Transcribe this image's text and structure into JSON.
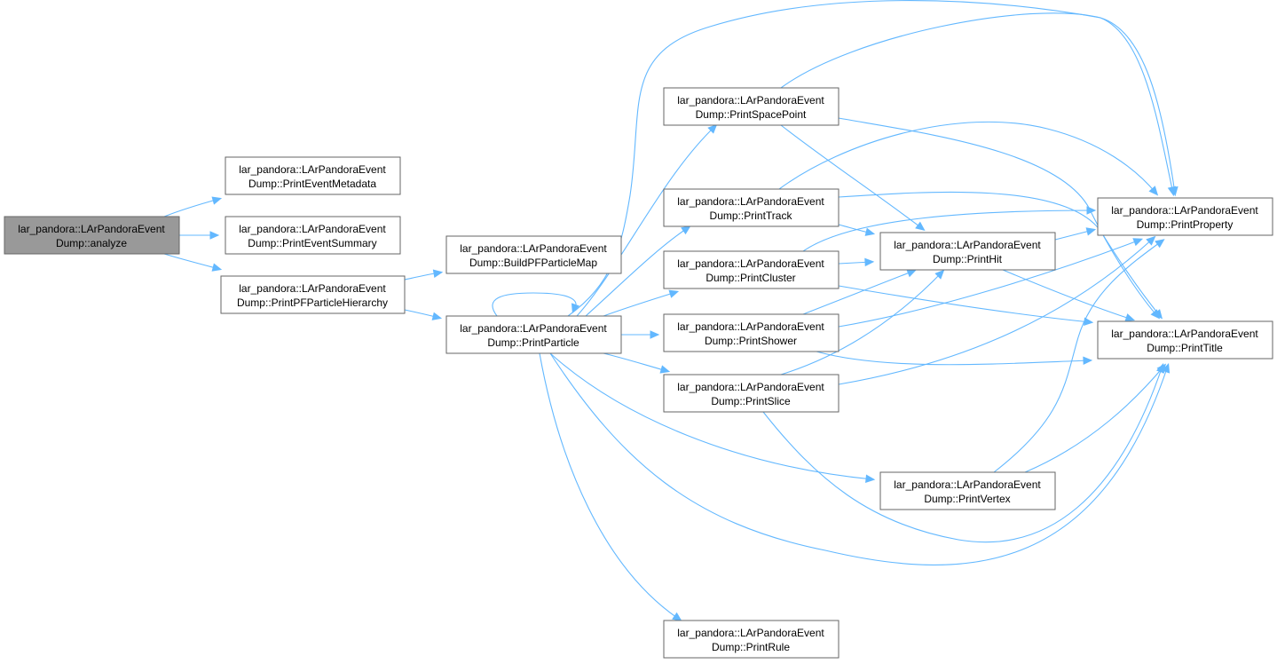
{
  "diagram": {
    "nodes": [
      {
        "id": "analyze",
        "line1": "lar_pandora::LArPandoraEvent",
        "line2": "Dump::analyze",
        "root": true
      },
      {
        "id": "PrintEventMetadata",
        "line1": "lar_pandora::LArPandoraEvent",
        "line2": "Dump::PrintEventMetadata"
      },
      {
        "id": "PrintEventSummary",
        "line1": "lar_pandora::LArPandoraEvent",
        "line2": "Dump::PrintEventSummary"
      },
      {
        "id": "PrintPFParticleHierarchy",
        "line1": "lar_pandora::LArPandoraEvent",
        "line2": "Dump::PrintPFParticleHierarchy"
      },
      {
        "id": "BuildPFParticleMap",
        "line1": "lar_pandora::LArPandoraEvent",
        "line2": "Dump::BuildPFParticleMap"
      },
      {
        "id": "PrintParticle",
        "line1": "lar_pandora::LArPandoraEvent",
        "line2": "Dump::PrintParticle"
      },
      {
        "id": "PrintSpacePoint",
        "line1": "lar_pandora::LArPandoraEvent",
        "line2": "Dump::PrintSpacePoint"
      },
      {
        "id": "PrintTrack",
        "line1": "lar_pandora::LArPandoraEvent",
        "line2": "Dump::PrintTrack"
      },
      {
        "id": "PrintCluster",
        "line1": "lar_pandora::LArPandoraEvent",
        "line2": "Dump::PrintCluster"
      },
      {
        "id": "PrintShower",
        "line1": "lar_pandora::LArPandoraEvent",
        "line2": "Dump::PrintShower"
      },
      {
        "id": "PrintSlice",
        "line1": "lar_pandora::LArPandoraEvent",
        "line2": "Dump::PrintSlice"
      },
      {
        "id": "PrintRule",
        "line1": "lar_pandora::LArPandoraEvent",
        "line2": "Dump::PrintRule"
      },
      {
        "id": "PrintHit",
        "line1": "lar_pandora::LArPandoraEvent",
        "line2": "Dump::PrintHit"
      },
      {
        "id": "PrintVertex",
        "line1": "lar_pandora::LArPandoraEvent",
        "line2": "Dump::PrintVertex"
      },
      {
        "id": "PrintProperty",
        "line1": "lar_pandora::LArPandoraEvent",
        "line2": "Dump::PrintProperty"
      },
      {
        "id": "PrintTitle",
        "line1": "lar_pandora::LArPandoraEvent",
        "line2": "Dump::PrintTitle"
      }
    ],
    "edges": [
      {
        "from": "analyze",
        "to": "PrintEventMetadata"
      },
      {
        "from": "analyze",
        "to": "PrintEventSummary"
      },
      {
        "from": "analyze",
        "to": "PrintPFParticleHierarchy"
      },
      {
        "from": "PrintPFParticleHierarchy",
        "to": "BuildPFParticleMap"
      },
      {
        "from": "PrintPFParticleHierarchy",
        "to": "PrintParticle"
      },
      {
        "from": "PrintParticle",
        "to": "PrintParticle"
      },
      {
        "from": "PrintParticle",
        "to": "PrintSpacePoint"
      },
      {
        "from": "PrintParticle",
        "to": "PrintTrack"
      },
      {
        "from": "PrintParticle",
        "to": "PrintCluster"
      },
      {
        "from": "PrintParticle",
        "to": "PrintShower"
      },
      {
        "from": "PrintParticle",
        "to": "PrintSlice"
      },
      {
        "from": "PrintParticle",
        "to": "PrintRule"
      },
      {
        "from": "PrintParticle",
        "to": "PrintVertex"
      },
      {
        "from": "PrintParticle",
        "to": "PrintProperty"
      },
      {
        "from": "PrintParticle",
        "to": "PrintTitle"
      },
      {
        "from": "PrintSpacePoint",
        "to": "PrintHit"
      },
      {
        "from": "PrintSpacePoint",
        "to": "PrintProperty"
      },
      {
        "from": "PrintSpacePoint",
        "to": "PrintTitle"
      },
      {
        "from": "PrintTrack",
        "to": "PrintHit"
      },
      {
        "from": "PrintTrack",
        "to": "PrintProperty"
      },
      {
        "from": "PrintTrack",
        "to": "PrintTitle"
      },
      {
        "from": "PrintCluster",
        "to": "PrintHit"
      },
      {
        "from": "PrintCluster",
        "to": "PrintProperty"
      },
      {
        "from": "PrintCluster",
        "to": "PrintTitle"
      },
      {
        "from": "PrintShower",
        "to": "PrintHit"
      },
      {
        "from": "PrintShower",
        "to": "PrintProperty"
      },
      {
        "from": "PrintShower",
        "to": "PrintTitle"
      },
      {
        "from": "PrintSlice",
        "to": "PrintHit"
      },
      {
        "from": "PrintSlice",
        "to": "PrintProperty"
      },
      {
        "from": "PrintSlice",
        "to": "PrintTitle"
      },
      {
        "from": "PrintHit",
        "to": "PrintProperty"
      },
      {
        "from": "PrintHit",
        "to": "PrintTitle"
      },
      {
        "from": "PrintVertex",
        "to": "PrintProperty"
      },
      {
        "from": "PrintVertex",
        "to": "PrintTitle"
      }
    ],
    "colors": {
      "edge": "#63b8ff",
      "node_border": "#666666",
      "node_fill": "#ffffff",
      "root_fill": "#999999",
      "text": "#000000"
    }
  }
}
